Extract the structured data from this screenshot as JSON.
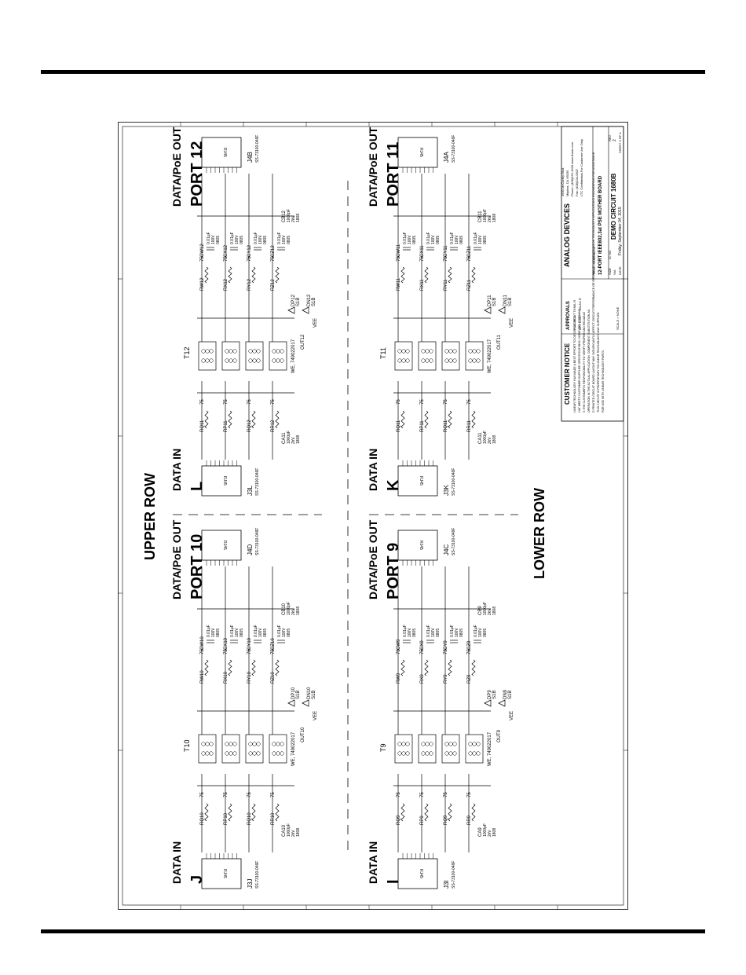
{
  "rows": {
    "upper": "UPPER ROW",
    "lower": "LOWER ROW"
  },
  "blocks": [
    {
      "key": "p12",
      "in_title": "DATA IN",
      "in_letter": "L",
      "in_ref": "J3L",
      "in_part": "SS-73100-046F",
      "out_title": "DATA/PoE OUT",
      "out_port": "PORT 12",
      "out_ref": "J4B",
      "out_part": "SS-73100-046F",
      "jack": "RJ45",
      "xfmr": "T12",
      "xfmr_part": "WE, 749022017",
      "rin": [
        "RQ11",
        "RP11",
        "RQ12",
        "RR12"
      ],
      "rout": [
        "RW12",
        "RX12",
        "RY12",
        "RZ12"
      ],
      "cout": [
        "CW12",
        "CX12",
        "CY12",
        "CZ12"
      ],
      "ca": "CA11",
      "cb": "CB12",
      "dp": "DP12",
      "dn": "DN12",
      "out": "OUT12"
    },
    {
      "key": "p10",
      "in_title": "DATA IN",
      "in_letter": "J",
      "in_ref": "J3J",
      "in_part": "SS-73100-046F",
      "out_title": "DATA/PoE OUT",
      "out_port": "PORT 10",
      "out_ref": "J4D",
      "out_part": "SS-73100-046F",
      "jack": "RJ45",
      "xfmr": "T10",
      "xfmr_part": "WE, 749022017",
      "rin": [
        "RQ10",
        "RP10",
        "RQ10",
        "RR10"
      ],
      "rout": [
        "RW10",
        "RX10",
        "RY10",
        "RZ10"
      ],
      "cout": [
        "CW10",
        "CX10",
        "CY10",
        "CZ10"
      ],
      "ca": "CA10",
      "cb": "CB10",
      "dp": "DP10",
      "dn": "DN10",
      "out": "OUT10"
    },
    {
      "key": "p11",
      "in_title": "DATA IN",
      "in_letter": "K",
      "in_ref": "J3K",
      "in_part": "SS-73100-046F",
      "out_title": "DATA/PoE OUT",
      "out_port": "PORT 11",
      "out_ref": "J4A",
      "out_part": "SS-73100-046F",
      "jack": "RJ45",
      "xfmr": "T11",
      "xfmr_part": "WE, 749022017",
      "rin": [
        "RQ11",
        "RP11",
        "RQ11",
        "RR11"
      ],
      "rout": [
        "RW11",
        "RX11",
        "RY11",
        "RZ11"
      ],
      "cout": [
        "CW11",
        "CX11",
        "CY11",
        "CZ11"
      ],
      "ca": "CA11",
      "cb": "CB11",
      "dp": "DP11",
      "dn": "DN11",
      "out": "OUT11"
    },
    {
      "key": "p9",
      "in_title": "DATA IN",
      "in_letter": "I",
      "in_ref": "J3I",
      "in_part": "SS-73100-046F",
      "out_title": "DATA/PoE OUT",
      "out_port": "PORT 9",
      "out_ref": "J4C",
      "out_part": "SS-73100-046F",
      "jack": "RJ45",
      "xfmr": "T9",
      "xfmr_part": "WE, 749022017",
      "rin": [
        "RQ9",
        "RP9",
        "RQ9",
        "RR9"
      ],
      "rout": [
        "RW9",
        "RX9",
        "RY9",
        "RZ9"
      ],
      "cout": [
        "CW9",
        "CX9",
        "CY9",
        "CZ9"
      ],
      "ca": "CA9",
      "cb": "CB9",
      "dp": "DP9",
      "dn": "DN9",
      "out": "OUT9"
    }
  ],
  "values": {
    "r_value": "75",
    "c_value": "0.01µF",
    "c_volt": "100V",
    "c_pkg": "0805",
    "cap_value": "1000pF",
    "cap_volt": "2kV",
    "cap_pkg": "1808",
    "diode": "S1B",
    "vee": "VEE"
  },
  "title_block": {
    "notice_title": "CUSTOMER NOTICE",
    "notice_text": "LINEAR TECHNOLOGY HAS MADE A BEST EFFORT TO DESIGN A CIRCUIT THAT MEETS CUSTOMER-SUPPLIED SPECIFICATIONS; HOWEVER, IT REMAINS THE CUSTOMER'S RESPONSIBILITY TO VERIFY PROPER AND RELIABLE OPERATION IN THE ACTUAL APPLICATION. COMPONENT SUBSTITUTION AND PRINTED CIRCUIT BOARD LAYOUT MAY SIGNIFICANTLY AFFECT CIRCUIT PERFORMANCE OR RELIABILITY. CONTACT LINEAR TECHNOLOGY APPLICATIONS ENGINEERING FOR ASSISTANCE.",
    "notice_text2": "THIS CIRCUIT IS PROPRIETARY TO LINEAR TECHNOLOGY AND SUPPLIED FOR USE WITH LINEAR TECHNOLOGY PARTS.",
    "approvals": "APPROVALS",
    "pcb_des": "PCB DES.",
    "app_eng": "APP ENG.",
    "des_name": "EMIL R",
    "eng_name": "DILAN R",
    "scale": "SCALE = NONE",
    "logo": "ANALOG DEVICES",
    "address1": "1630 McCarthy Blvd.",
    "address2": "Milpitas, CA 95035",
    "phone": "Phone: (408)432-1900  www.linear.com",
    "fax": "Fax: (408)434-0507",
    "confidential": "LTC Confidential-For Customer Use Only",
    "title_label": "TITLE: SCHEMATIC",
    "title": "12-PORT IEEE802.3at PSE MOTHER BOARD",
    "size_label": "SIZE",
    "size": "N/A",
    "ic_label": "IC NO.",
    "dc_label": "DEMO CIRCUIT 1680B",
    "date_label": "DATE:",
    "date": "Friday, September 04, 2015",
    "sheet": "SHEET  4  OF  4",
    "rev_label": "REV.",
    "rev": "2"
  }
}
